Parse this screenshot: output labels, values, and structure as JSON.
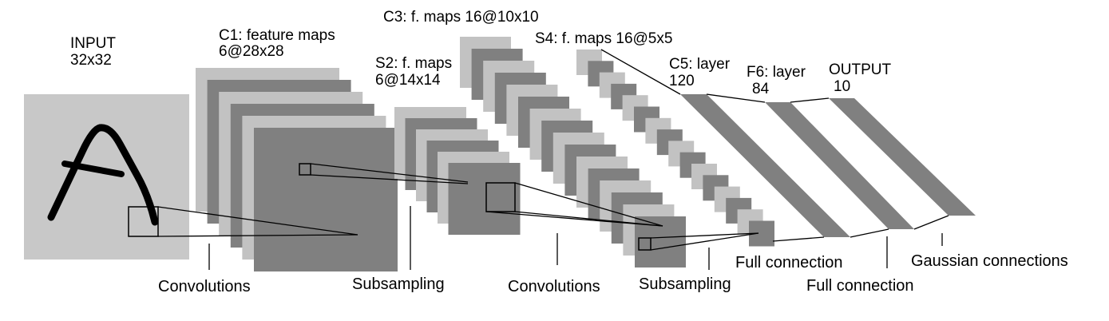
{
  "colors": {
    "light": "#c2c2c2",
    "dark": "#808080",
    "input": "#c8c8c8",
    "stroke": "#000000"
  },
  "layers": {
    "input": {
      "title": "INPUT",
      "size": "32x32"
    },
    "c1": {
      "title": "C1: feature maps",
      "size": "6@28x28"
    },
    "s2": {
      "title": "S2: f. maps",
      "size": "6@14x14"
    },
    "c3": {
      "title": "C3: f. maps 16@10x10"
    },
    "s4": {
      "title": "S4: f. maps 16@5x5"
    },
    "c5": {
      "title": "C5: layer",
      "size": "120"
    },
    "f6": {
      "title": "F6: layer",
      "size": "84"
    },
    "output": {
      "title": "OUTPUT",
      "size": "10"
    }
  },
  "operations": {
    "conv1": "Convolutions",
    "sub1": "Subsampling",
    "conv2": "Convolutions",
    "sub2": "Subsampling",
    "full1": "Full connection",
    "full2": "Full connection",
    "gauss": "Gaussian connections"
  }
}
